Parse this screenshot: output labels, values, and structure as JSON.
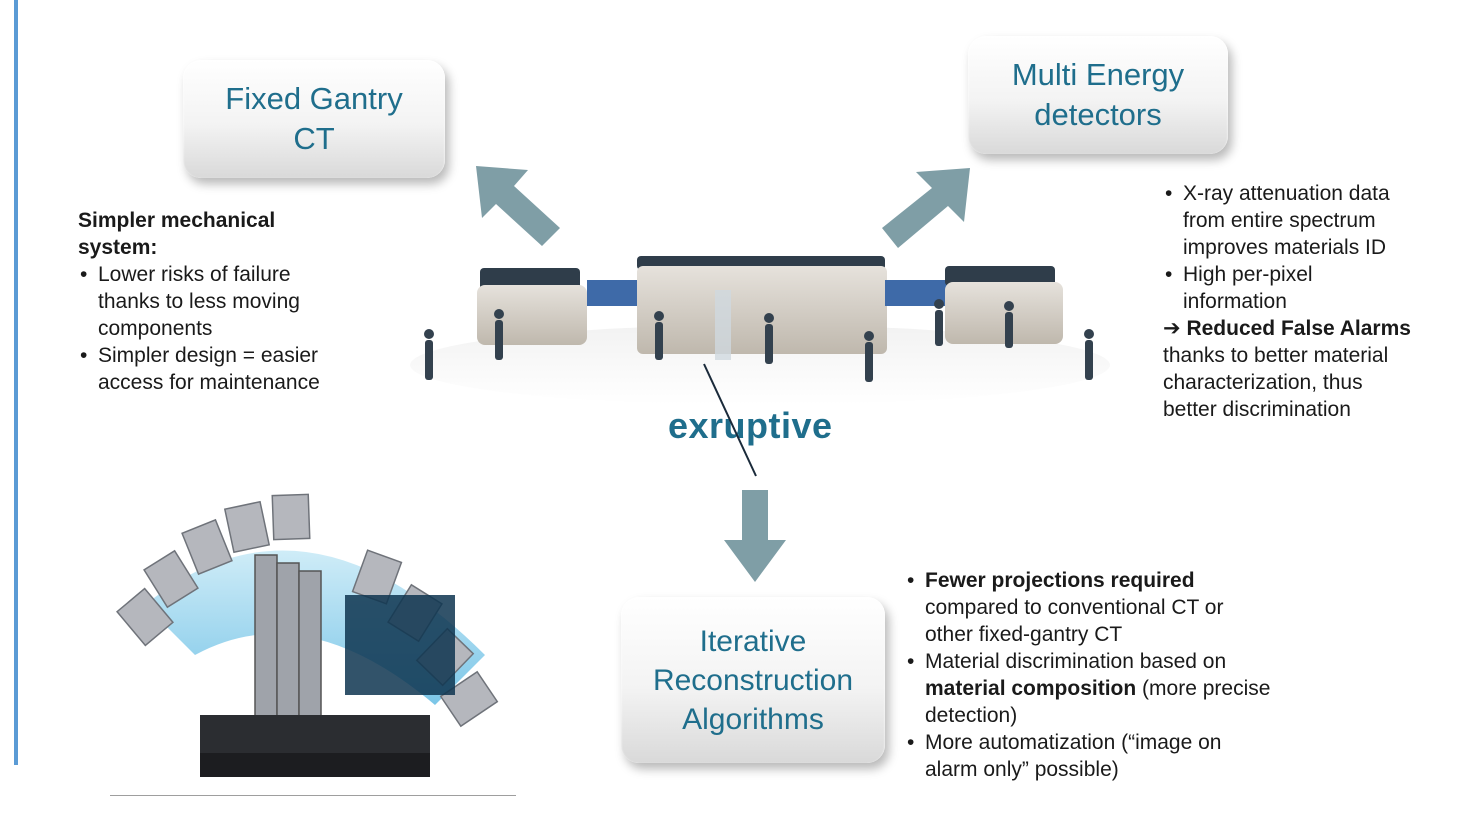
{
  "boxes": {
    "fixed_gantry": {
      "line1": "Fixed Gantry",
      "line2": "CT"
    },
    "multi_energy": {
      "line1": "Multi Energy",
      "line2": "detectors"
    },
    "iterative": {
      "line1": "Iterative",
      "line2": "Reconstruction",
      "line3": "Algorithms"
    }
  },
  "left_text": {
    "heading_line1": "Simpler mechanical",
    "heading_line2": "system:",
    "bullets": [
      [
        "Lower risks of failure",
        "thanks to less moving",
        "components"
      ],
      [
        "Simpler design = easier",
        "access for maintenance"
      ]
    ]
  },
  "right_text": {
    "bullets": [
      [
        "X-ray attenuation data",
        "from entire spectrum",
        "improves materials ID"
      ],
      [
        "High per-pixel",
        "information"
      ]
    ],
    "arrow_glyph": "➔",
    "conclusion_bold": "Reduced False Alarms",
    "conclusion_lines": [
      "thanks to better material",
      "characterization, thus",
      "better discrimination"
    ]
  },
  "bottom_text": {
    "b1_bold": "Fewer projections required",
    "b1_lines": [
      "compared to conventional CT or",
      "other fixed-gantry CT"
    ],
    "b2_line1": "Material discrimination based on",
    "b2_bold": "material composition",
    "b2_after_bold": " (more precise",
    "b2_line3": "detection)",
    "b3_lines": [
      "More automatization (“image on",
      "alarm only” possible)"
    ]
  },
  "logo": {
    "text": "exruptive"
  },
  "colors": {
    "accent_teal": "#1f6e8c",
    "arrow": "#7f9ea6",
    "left_rule": "#5b9bd5"
  }
}
